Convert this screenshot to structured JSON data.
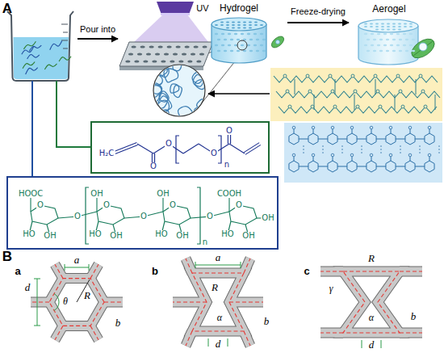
{
  "diagram": {
    "nodes": [
      {
        "text": [
          "H₂C",
          "O",
          "O",
          "O",
          "n",
          "O"
        ]
      },
      {
        "text": [
          "HOOC",
          "O",
          "HO",
          "OH",
          "O",
          "OH",
          "O",
          "HO",
          "OH",
          "O",
          "OH",
          "O",
          "HO",
          "OH",
          "n",
          "O",
          "COOH",
          "O",
          "HO",
          "OH",
          "OH"
        ]
      }
    ],
    "labels": [
      "A",
      "Pour into",
      "UV",
      "Hydrogel",
      "Freeze-drying",
      "Aerogel",
      "B",
      "a",
      "a",
      "R",
      "d",
      "θ",
      "b",
      "b",
      "a",
      "R",
      "α",
      "b",
      "d",
      "c",
      "R",
      "γ",
      "α",
      "b",
      "d"
    ]
  }
}
